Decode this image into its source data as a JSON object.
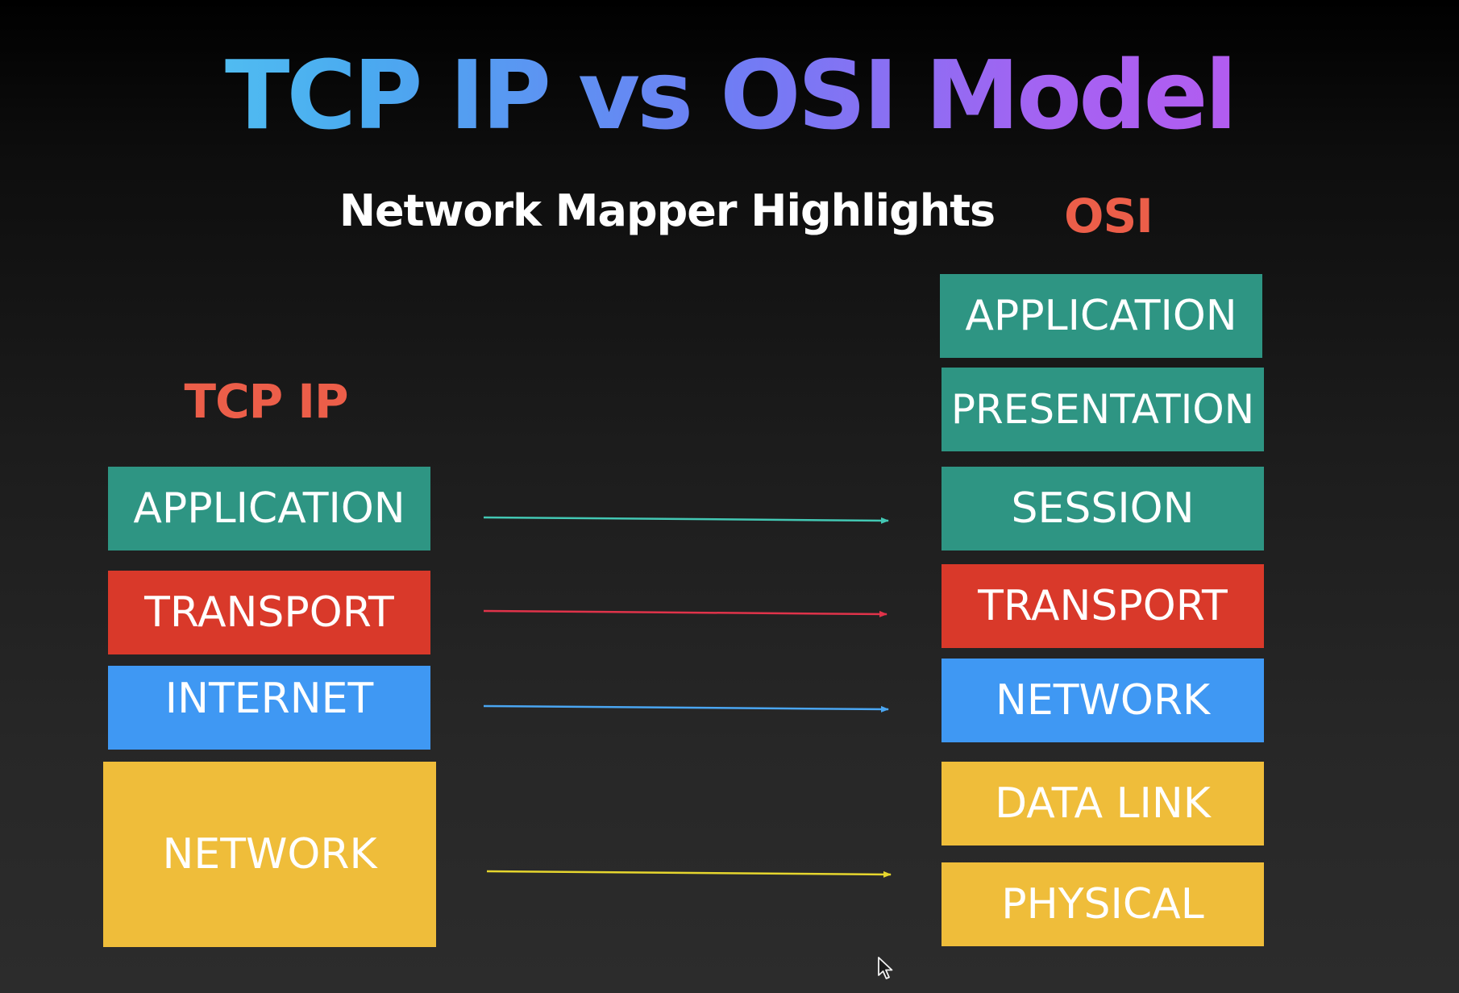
{
  "title": "TCP IP vs OSI Model",
  "subtitle": "Network Mapper Highlights",
  "osi": {
    "heading": "OSI",
    "layers": [
      "APPLICATION",
      "PRESENTATION",
      "SESSION",
      "TRANSPORT",
      "NETWORK",
      "DATA LINK",
      "PHYSICAL"
    ]
  },
  "tcpip": {
    "heading": "TCP IP",
    "layers": [
      "APPLICATION",
      "TRANSPORT",
      "INTERNET",
      "NETWORK"
    ]
  },
  "colors": {
    "application": "#2e9583",
    "transport": "#d9392a",
    "internet_network": "#3f98f3",
    "link": "#efbd3a",
    "heading_accent": "#ec5e49",
    "arrow_application": "#43c8b4",
    "arrow_transport": "#e0334a",
    "arrow_internet": "#4aa6f2",
    "arrow_network": "#e6d62e"
  },
  "mappings": [
    {
      "from": "APPLICATION",
      "to": "SESSION",
      "color": "#43c8b4"
    },
    {
      "from": "TRANSPORT",
      "to": "TRANSPORT",
      "color": "#e0334a"
    },
    {
      "from": "INTERNET",
      "to": "NETWORK",
      "color": "#4aa6f2"
    },
    {
      "from": "NETWORK",
      "to": "PHYSICAL",
      "color": "#e6d62e"
    }
  ]
}
